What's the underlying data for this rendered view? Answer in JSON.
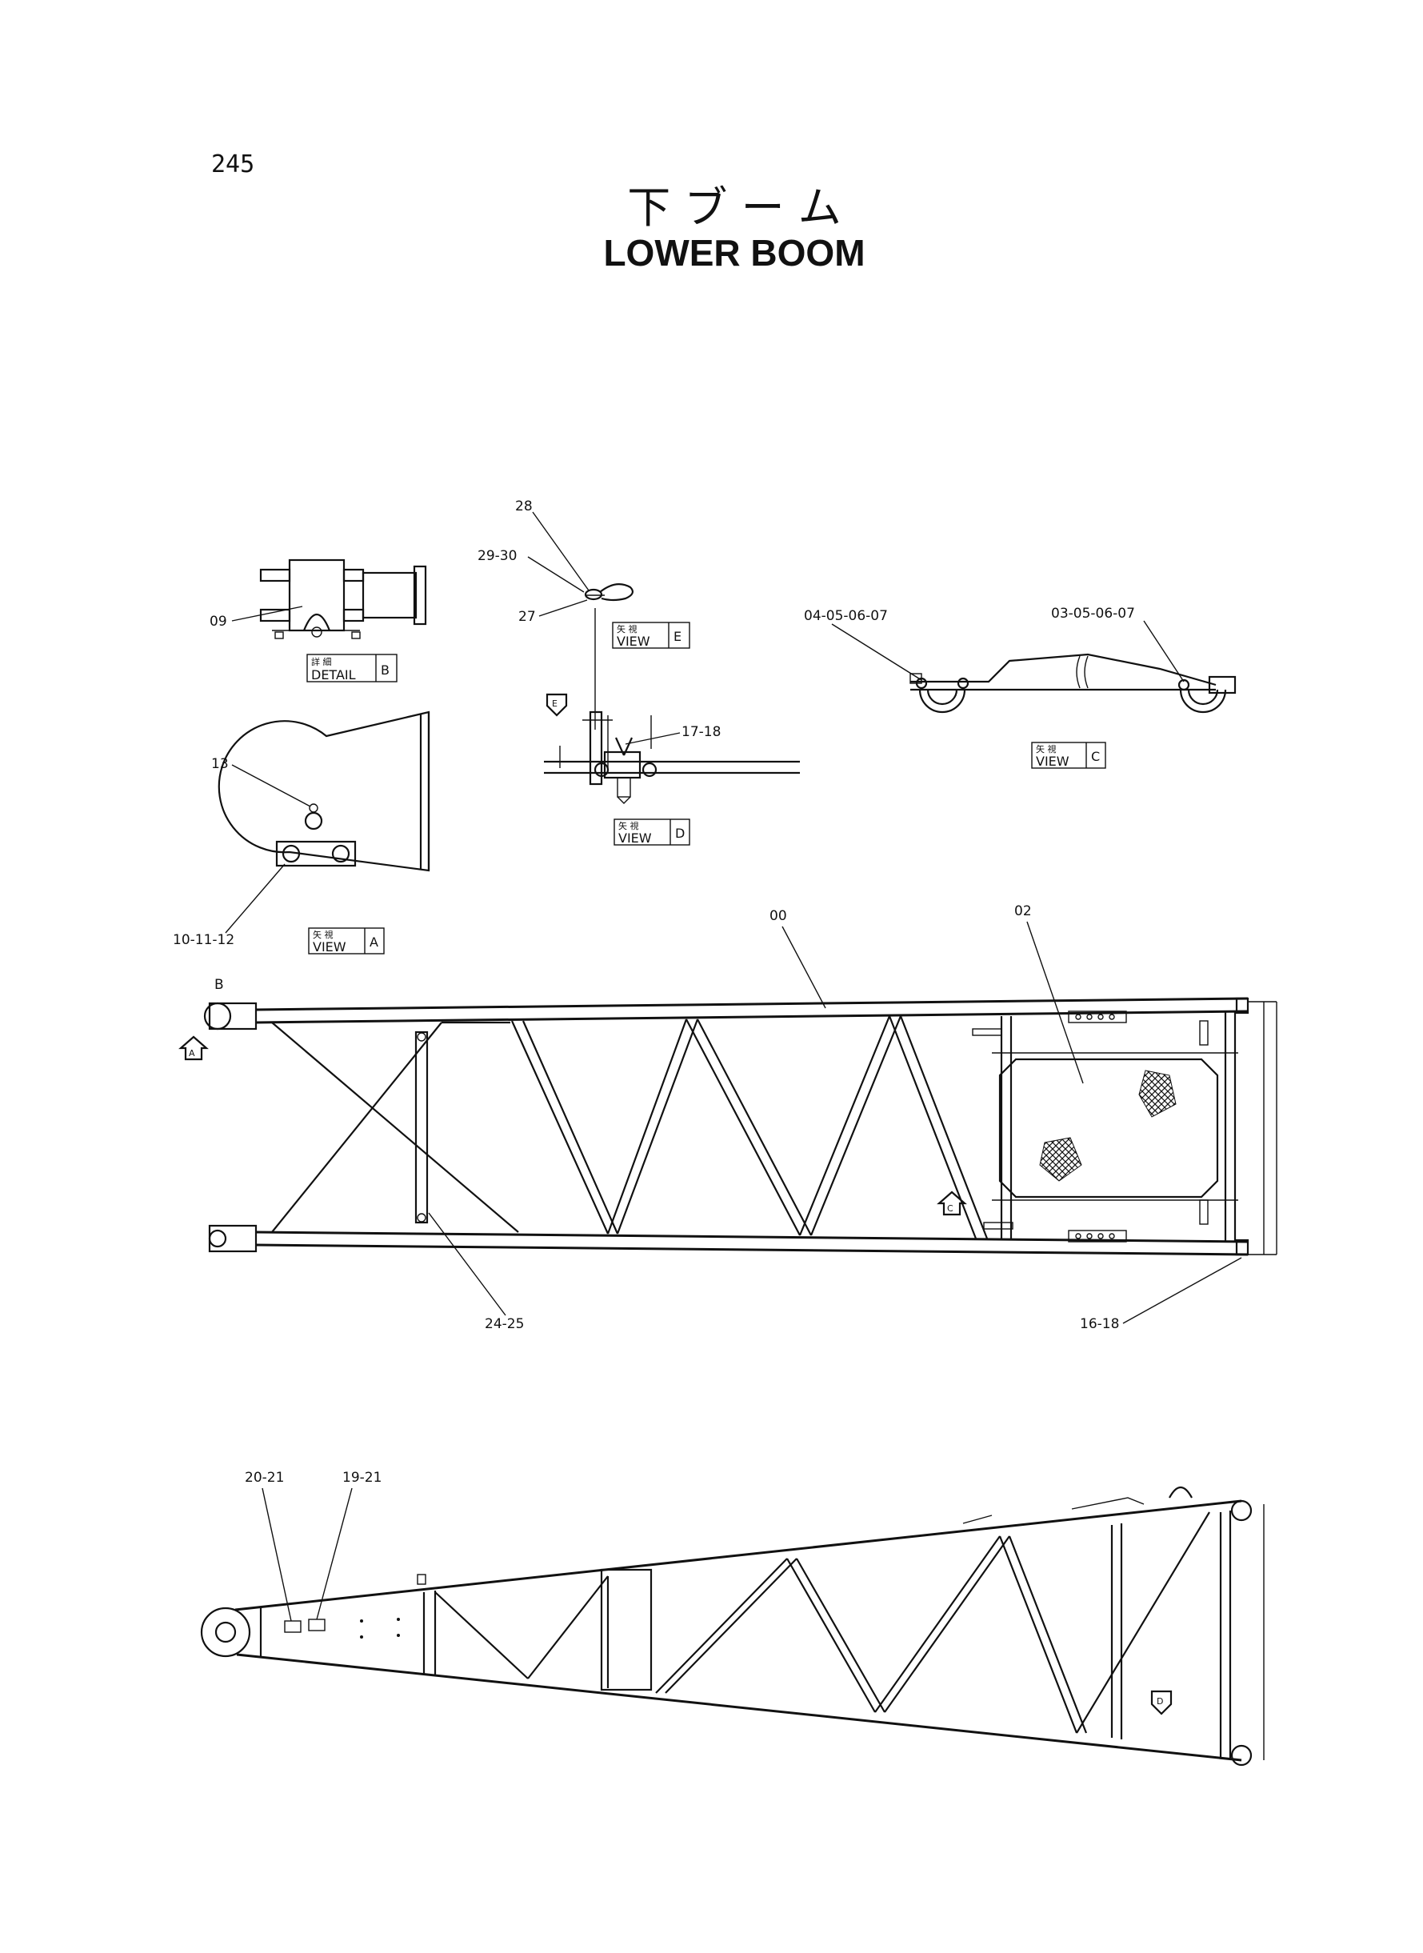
{
  "page_number": "245",
  "title": {
    "japanese": "下 ブ ー ム",
    "english": "LOWER BOOM"
  },
  "view_labels": {
    "detail_b": {
      "kanji": "詳 細",
      "text": "DETAIL",
      "letter": "B"
    },
    "view_e": {
      "kanji": "矢 視",
      "text": "VIEW",
      "letter": "E"
    },
    "view_d": {
      "kanji": "矢 視",
      "text": "VIEW",
      "letter": "D"
    },
    "view_c": {
      "kanji": "矢 視",
      "text": "VIEW",
      "letter": "C"
    },
    "view_a": {
      "kanji": "矢 視",
      "text": "VIEW",
      "letter": "A"
    }
  },
  "view_markers": {
    "a": "A",
    "b": "B",
    "c": "C",
    "d": "D",
    "e": "E"
  },
  "callouts": {
    "p09": "09",
    "p13": "13",
    "p10_11_12": "10-11-12",
    "p28": "28",
    "p29_30": "29-30",
    "p27": "27",
    "p17_18": "17-18",
    "p04_05_06_07": "04-05-06-07",
    "p03_05_06_07": "03-05-06-07",
    "p00": "00",
    "p02": "02",
    "p24_25": "24-25",
    "p16_18": "16-18",
    "p20_21": "20-21",
    "p19_21": "19-21"
  }
}
